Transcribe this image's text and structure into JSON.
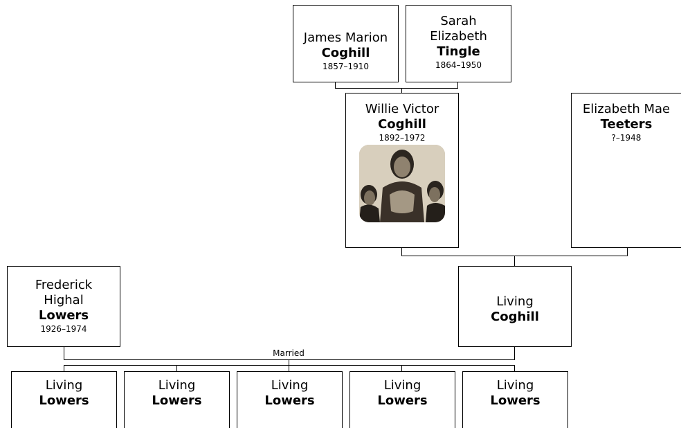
{
  "tree": {
    "married_label": "Married",
    "grandparents": [
      {
        "given": "James Marion",
        "surname": "Coghill",
        "dates": "1857–1910"
      },
      {
        "given": "Sarah Elizabeth",
        "surname": "Tingle",
        "dates": "1864–1950"
      }
    ],
    "parents": [
      {
        "given": "Willie Victor",
        "surname": "Coghill",
        "dates": "1892–1972"
      },
      {
        "given": "Elizabeth Mae",
        "surname": "Teeters",
        "dates": "?–1948"
      }
    ],
    "couple": [
      {
        "given": "Frederick Highal",
        "surname": "Lowers",
        "dates": "1926–1974"
      },
      {
        "given": "Living",
        "surname": "Coghill",
        "dates": ""
      }
    ],
    "children": [
      {
        "given": "Living",
        "surname": "Lowers"
      },
      {
        "given": "Living",
        "surname": "Lowers"
      },
      {
        "given": "Living",
        "surname": "Lowers"
      },
      {
        "given": "Living",
        "surname": "Lowers"
      },
      {
        "given": "Living",
        "surname": "Lowers"
      }
    ]
  }
}
